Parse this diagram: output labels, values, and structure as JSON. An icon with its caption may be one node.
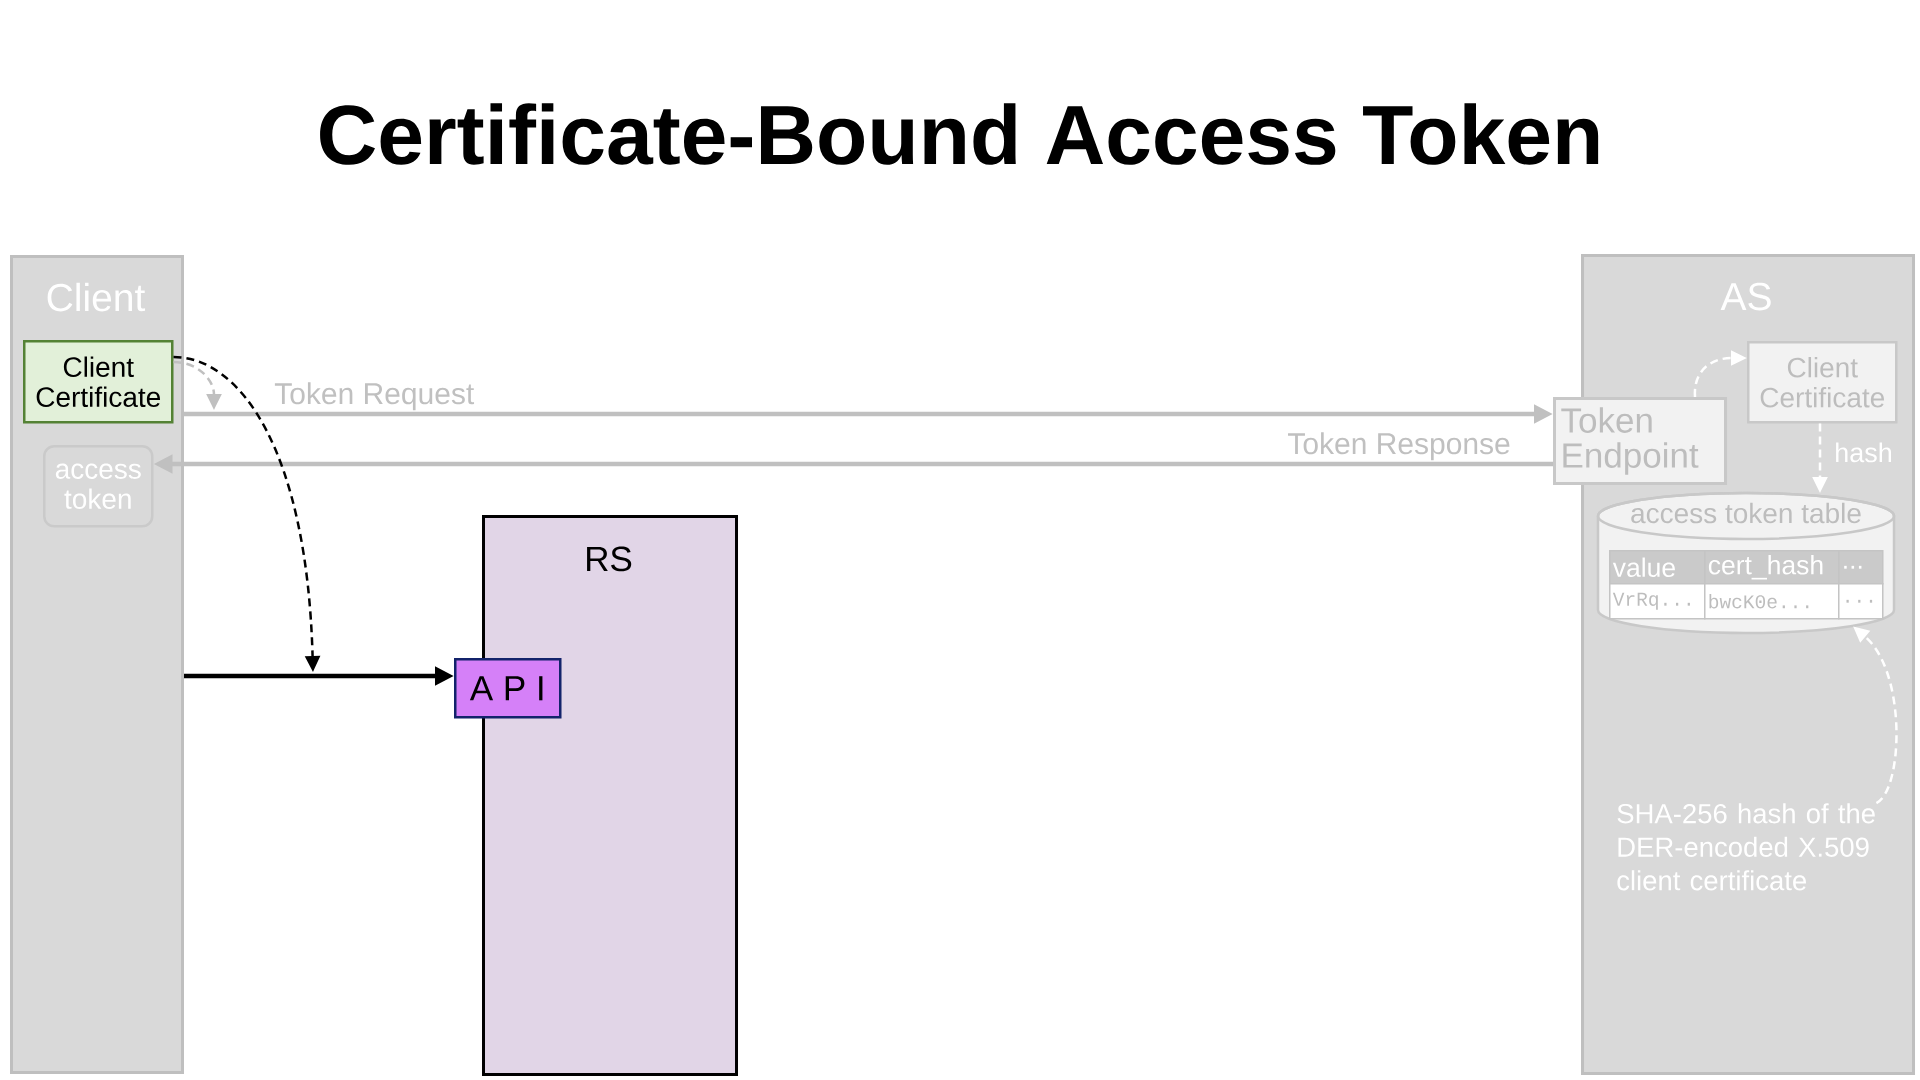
{
  "diagram": {
    "title": "Certificate-Bound Access Token",
    "nodes": [
      {
        "text": [
          "Client"
        ]
      },
      {
        "text": [
          "Client Certificate"
        ],
        "in": 0
      },
      {
        "text": [
          "access token"
        ],
        "in": 0
      },
      {
        "text": [
          "RS"
        ]
      },
      {
        "text": [
          "A P I"
        ]
      },
      {
        "text": [
          "Token Endpoint"
        ]
      },
      {
        "text": [
          "AS"
        ]
      },
      {
        "text": [
          "Client Certificate"
        ],
        "in": 6
      },
      {
        "text": [
          "access token table"
        ],
        "in": 6
      },
      {
        "text": [
          "SHA-256 hash of the DER-encoded X.509 client certificate"
        ],
        "in": 6
      }
    ],
    "edges": [
      {
        "from": 0,
        "to": 5,
        "arrow": "to",
        "label": "Token Request",
        "color": "#c0c0c0"
      },
      {
        "from": 5,
        "to": 2,
        "arrow": "to",
        "label": "Token Response",
        "color": "#c0c0c0"
      },
      {
        "from": 0,
        "to": 4,
        "arrow": "to",
        "color": "#000000"
      },
      {
        "from": 1,
        "to": null,
        "arrow": "to",
        "style": "dashed",
        "color": "#000000"
      },
      {
        "from": 1,
        "to": null,
        "arrow": "to",
        "style": "dashed",
        "color": "#c0c0c0"
      },
      {
        "from": 5,
        "to": 7,
        "arrow": "to",
        "style": "dashed",
        "color": "#ffffff"
      },
      {
        "from": 7,
        "to": 8,
        "arrow": "to",
        "label": "hash",
        "style": "dashed",
        "color": "#ffffff"
      },
      {
        "from": 9,
        "to": 8,
        "arrow": "to",
        "style": "dashed",
        "color": "#ffffff"
      }
    ],
    "labels": [
      "value",
      "cert_hash",
      "...",
      "VrRq...",
      "bwcK0e...",
      "..."
    ]
  }
}
